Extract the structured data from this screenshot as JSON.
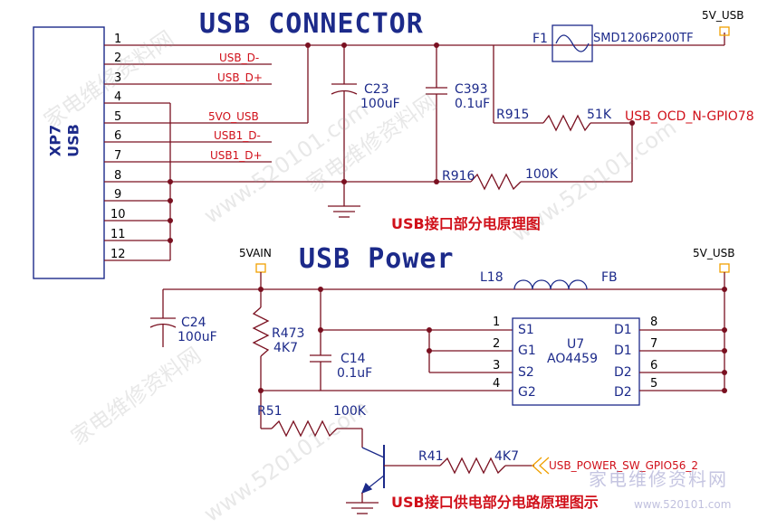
{
  "titles": {
    "connector": "USB CONNECTOR",
    "power": "USB Power",
    "cn_connector": "USB接口部分电原理图",
    "cn_power": "USB接口供电部分电路原理图示"
  },
  "connector": {
    "ref": "XP7",
    "name": "USB",
    "pins": [
      "1",
      "2",
      "3",
      "4",
      "5",
      "6",
      "7",
      "8",
      "9",
      "10",
      "11",
      "12"
    ],
    "nets": {
      "p2": "USB_D-",
      "p3": "USB_D+",
      "p5": "5VO_USB",
      "p6": "USB1_D-",
      "p7": "USB1_D+"
    }
  },
  "components": {
    "f1_ref": "F1",
    "f1_val": "SMD1206P200TF",
    "c23_ref": "C23",
    "c23_val": "100uF",
    "c393_ref": "C393",
    "c393_val": "0.1uF",
    "r915_ref": "R915",
    "r915_val": "51K",
    "ocd_net": "USB_OCD_N-GPIO78",
    "r916_ref": "R916",
    "r916_val": "100K",
    "vusb_top": "5V_USB",
    "vain": "5VAIN",
    "vusb_pwr": "5V_USB",
    "l18_ref": "L18",
    "l18_val": "FB",
    "c24_ref": "C24",
    "c24_val": "100uF",
    "r473_ref": "R473",
    "r473_val": "4K7",
    "c14_ref": "C14",
    "c14_val": "0.1uF",
    "u7_ref": "U7",
    "u7_val": "AO4459",
    "u7_pins_left": [
      "S1",
      "G1",
      "S2",
      "G2"
    ],
    "u7_pins_right": [
      "D1",
      "D1",
      "D2",
      "D2"
    ],
    "u7_num_left": [
      "1",
      "2",
      "3",
      "4"
    ],
    "u7_num_right": [
      "8",
      "7",
      "6",
      "5"
    ],
    "r51_ref": "R51",
    "r51_val": "100K",
    "r41_ref": "R41",
    "r41_val": "4K7",
    "sw_net": "USB_POWER_SW_GPIO56_2"
  },
  "watermarks": [
    "家电维修资料网",
    "www.520101.com",
    "家电维修资料网",
    "www.520101.com",
    "家电维修资料网",
    "www.520101.com"
  ],
  "logo": {
    "cn": "家电维修资料网",
    "url": "www.520101.com"
  },
  "colors": {
    "ink": "#1c2a8a",
    "wire": "#7a1020",
    "net": "#d0101a",
    "accent": "#f0a000"
  }
}
